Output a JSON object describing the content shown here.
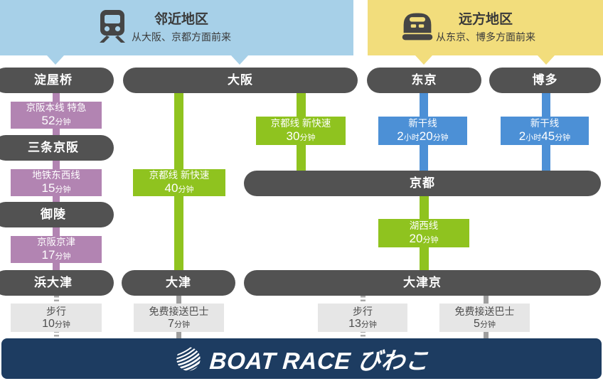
{
  "headers": {
    "near": {
      "title": "邻近地区",
      "subtitle": "从大阪、京都方面前来",
      "color": "#a7d0e8"
    },
    "far": {
      "title": "远方地区",
      "subtitle": "从东京、博多方面前来",
      "color": "#f2dd7c"
    }
  },
  "stations": {
    "yodoyabashi": "淀屋桥",
    "osaka": "大阪",
    "tokyo": "东京",
    "hakata": "博多",
    "sanjo_keihan": "三条京阪",
    "misasagi": "御陵",
    "hamaotsu": "浜大津",
    "kyoto": "京都",
    "otsu": "大津",
    "otsukyo": "大津京"
  },
  "routes": {
    "keihan_main": {
      "line": "京阪本线 特急",
      "d1": "52",
      "d2": "分钟"
    },
    "subway_tozai": {
      "line": "地铁东西线",
      "d1": "15",
      "d2": "分钟"
    },
    "keihan_keishin": {
      "line": "京阪京津",
      "d1": "17",
      "d2": "分钟"
    },
    "kyoto_line_40": {
      "line": "京都线 新快速",
      "d1": "40",
      "d2": "分钟"
    },
    "kyoto_line_30": {
      "line": "京都线 新快速",
      "d1": "30",
      "d2": "分钟"
    },
    "shinkansen_tokyo": {
      "line": "新干线",
      "d1": "2",
      "d2": "小时",
      "d3": "20",
      "d4": "分钟"
    },
    "shinkansen_hakata": {
      "line": "新干线",
      "d1": "2",
      "d2": "小时",
      "d3": "45",
      "d4": "分钟"
    },
    "kosei_line": {
      "line": "湖西线",
      "d1": "20",
      "d2": "分钟"
    }
  },
  "access": {
    "walk_hamaotsu": {
      "mode": "步行",
      "d1": "10",
      "d2": "分钟"
    },
    "bus_otsu": {
      "mode": "免费接送巴士",
      "d1": "7",
      "d2": "分钟"
    },
    "walk_otsukyo": {
      "mode": "步行",
      "d1": "13",
      "d2": "分钟"
    },
    "bus_otsukyo": {
      "mode": "免费接送巴士",
      "d1": "5",
      "d2": "分钟"
    }
  },
  "footer": {
    "brand": "BOAT RACE びわこ"
  },
  "colors": {
    "near_header": "#a7d0e8",
    "far_header": "#f2dd7c",
    "station_pill": "#525252",
    "keihan_purple": "#b284b2",
    "jr_green": "#8fc31f",
    "shinkansen_blue": "#4c90d6",
    "access_gray": "#e6e6e6",
    "footer_navy": "#1d3c61"
  }
}
